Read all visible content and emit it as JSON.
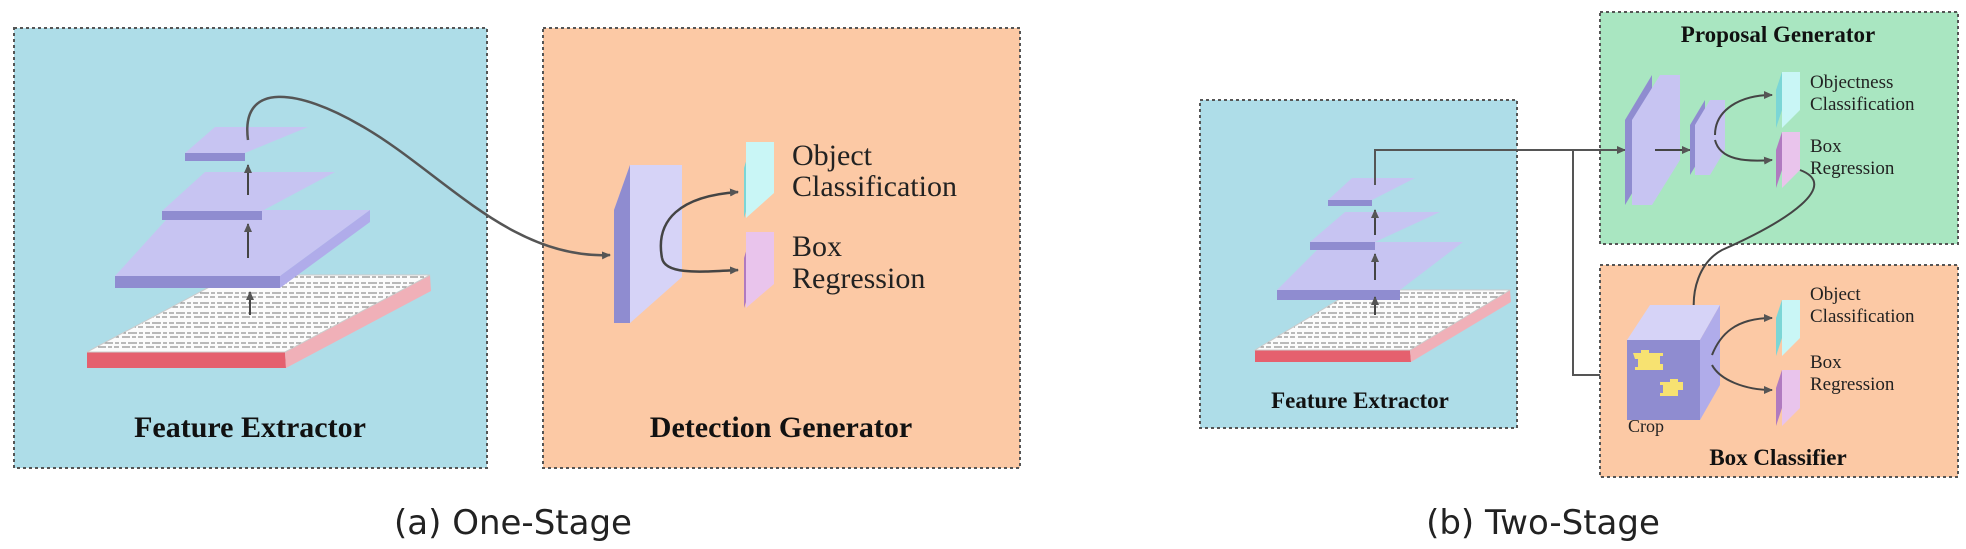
{
  "panel_a": {
    "caption": "(a) One-Stage",
    "feature_extractor": {
      "title": "Feature Extractor"
    },
    "detection_generator": {
      "title": "Detection Generator",
      "output_1": {
        "line1": "Object",
        "line2": "Classification"
      },
      "output_2": {
        "line1": "Box",
        "line2": "Regression"
      }
    }
  },
  "panel_b": {
    "caption": "(b) Two-Stage",
    "feature_extractor": {
      "title": "Feature Extractor"
    },
    "proposal_generator": {
      "title": "Proposal Generator",
      "output_1": {
        "line1": "Objectness",
        "line2": "Classification"
      },
      "output_2": {
        "line1": "Box",
        "line2": "Regression"
      }
    },
    "box_classifier": {
      "title": "Box Classifier",
      "crop_label": "Crop",
      "output_1": {
        "line1": "Object",
        "line2": "Classification"
      },
      "output_2": {
        "line1": "Box",
        "line2": "Regression"
      }
    }
  },
  "colors": {
    "feature_bg": "#aedde8",
    "detection_bg": "#fcc9a5",
    "proposal_bg": "#a9e6c1",
    "classifier_bg": "#fcc9a5",
    "layer_top": "#c7c4f2",
    "layer_side": "#8f8cd0",
    "paper_edge": "#e5606e",
    "cyan_output": "#c9f6f6",
    "pink_output": "#e9c4ec",
    "crop_yellow": "#f7e271"
  }
}
